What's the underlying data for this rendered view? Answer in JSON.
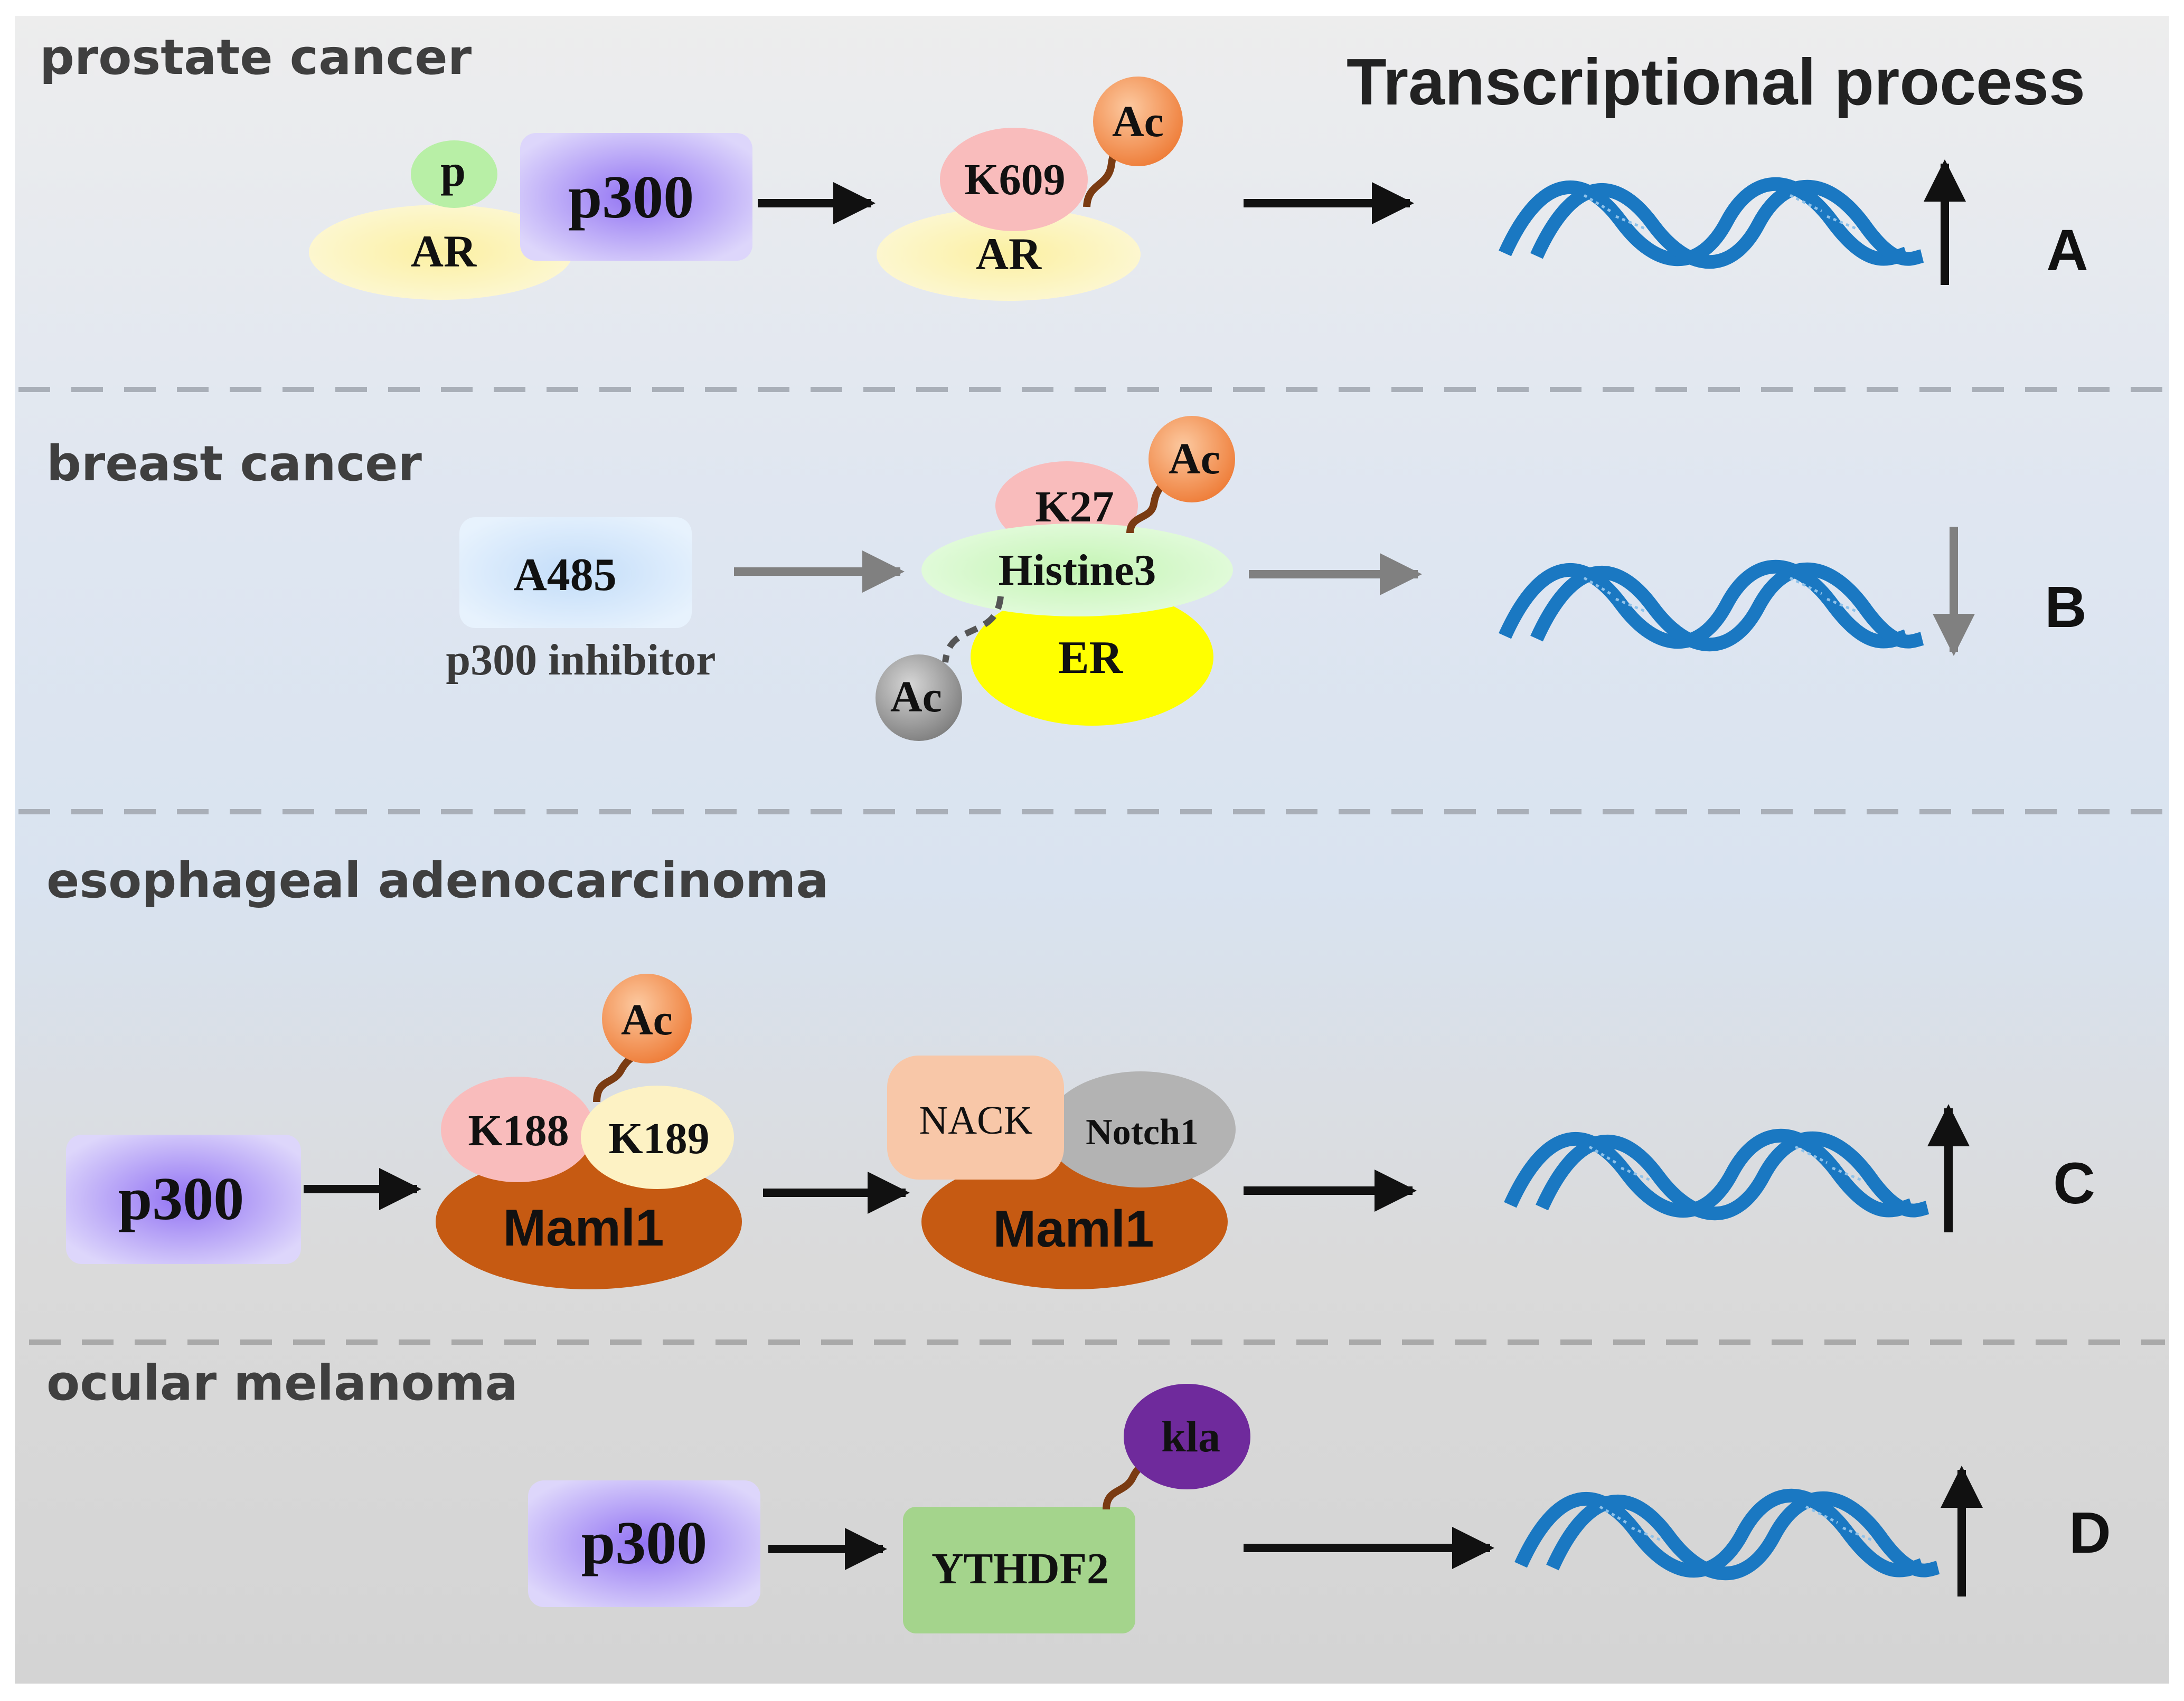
{
  "title": "Transcriptional process",
  "sections": {
    "a": {
      "label": "prostate cancer",
      "letter": "A",
      "p300": "p300",
      "phospho": "p",
      "ar_left": "AR",
      "ar_right": "AR",
      "lysine": "K609",
      "acetyl": "Ac",
      "direction": "up"
    },
    "b": {
      "label": "breast cancer",
      "letter": "B",
      "inhibitor": "A485",
      "inhibitor_caption": "p300 inhibitor",
      "lysine": "K27",
      "acetyl_top": "Ac",
      "histone": "Histine3",
      "er": "ER",
      "acetyl_removed": "Ac",
      "direction": "down"
    },
    "c": {
      "label": "esophageal adenocarcinoma",
      "letter": "C",
      "p300": "p300",
      "acetyl": "Ac",
      "lysine_1": "K188",
      "lysine_2": "K189",
      "maml_left": "Maml1",
      "nack": "NACK",
      "notch": "Notch1",
      "maml_right": "Maml1",
      "direction": "up"
    },
    "d": {
      "label": "ocular melanoma",
      "letter": "D",
      "p300": "p300",
      "ythdf2": "YTHDF2",
      "lactyl": "kla",
      "direction": "up"
    }
  },
  "colors": {
    "p300": "#a78cf5",
    "ar": "#fbf2b4",
    "phospho": "#b8efa6",
    "lysine": "#f9bcbc",
    "acetyl": "#f08a4b",
    "acetyl_removed": "#8c8c8c",
    "inhibitor": "#cfe6fb",
    "histone": "#d4f8c8",
    "er": "#ffff00",
    "maml": "#c65a12",
    "k189": "#fdf2c4",
    "nack": "#f8c7a8",
    "notch": "#b3b3b3",
    "ythdf2": "#a4d48c",
    "kla": "#6f2a9c",
    "dna": "#1a78c2",
    "arrow_active": "#111111",
    "arrow_inhibited": "#808080"
  }
}
